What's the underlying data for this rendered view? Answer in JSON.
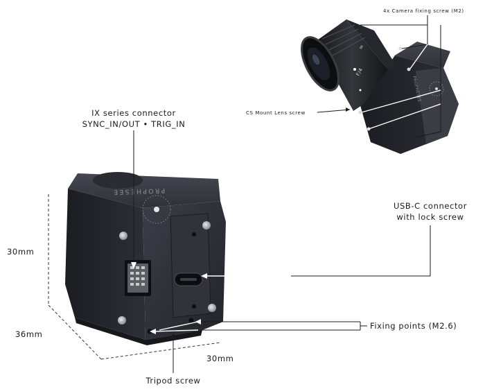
{
  "labels": {
    "camera_screws": "4x Camera fixing screw (M2)",
    "cs_mount": "CS Mount Lens screw",
    "ix_connector_line1": "IX series connector",
    "ix_connector_line2": "SYNC_IN/OUT • TRIG_IN",
    "usb_line1": "USB-C connector",
    "usb_line2": "with lock screw",
    "fixing_points": "Fixing points (M2.6)",
    "tripod": "Tripod screw"
  },
  "dimensions": {
    "height": "30mm",
    "depth": "36mm",
    "width": "30mm"
  },
  "brand": {
    "logo_text": "PROPHESEE"
  },
  "lens_markings": {
    "aperture": "F/4",
    "focus": "∞"
  },
  "colors": {
    "body": "#2b2d33",
    "body_dark": "#1d1f24",
    "body_light": "#3a3d44",
    "label": "#1a1a1a"
  }
}
